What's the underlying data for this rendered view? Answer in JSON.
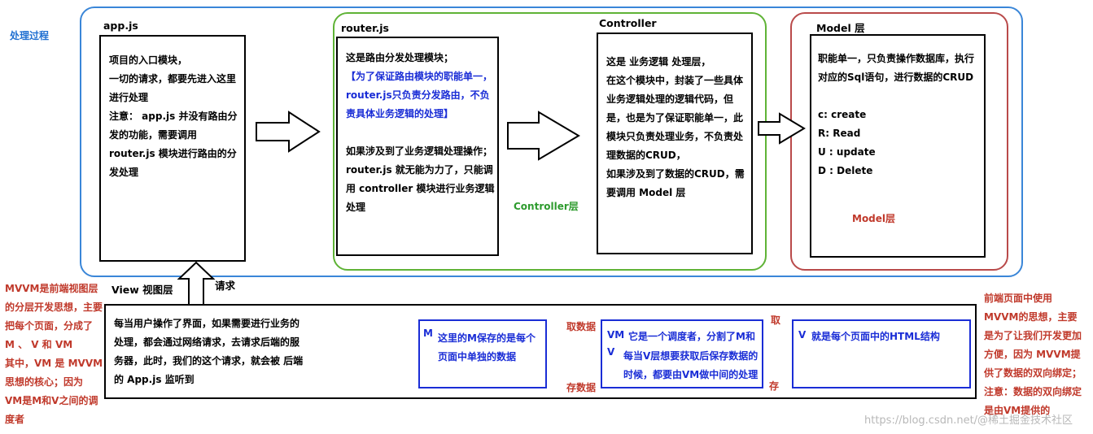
{
  "labels": {
    "process": "处理过程",
    "appjs_title": "app.js",
    "router_title": "router.js",
    "controller_title": "Controller",
    "model_title": "Model 层",
    "controller_layer": "Controller层",
    "model_layer": "Model层",
    "view_title": "View 视图层",
    "request": "请求",
    "get_data": "取数据",
    "save_data": "存数据",
    "get": "取",
    "save": "存",
    "watermark": "https://blog.csdn.net/@稀土掘金技术社区"
  },
  "appjs": {
    "text": "项目的入口模块，\n一切的请求，都要先进入这里\n进行处理\n注意： app.js 并没有路由分\n发的功能，需要调用\nrouter.js 模块进行路由的分\n发处理"
  },
  "router": {
    "line1": "这是路由分发处理模块；",
    "highlight": "【为了保证路由模块的职能单一，\nrouter.js只负责分发路由，不负\n责具体业务逻辑的处理】",
    "rest": "如果涉及到了业务逻辑处理操作；\nrouter.js 就无能为力了，只能调\n用 controller 模块进行业务逻辑\n处理"
  },
  "controller": {
    "text": "这是 业务逻辑 处理层，\n在这个模块中，封装了一些具体\n业务逻辑处理的逻辑代码，但\n是，也是为了保证职能单一，此\n模块只负责处理业务，不负责处\n理数据的CRUD，\n如果涉及到了数据的CRUD，需\n要调用 Model 层"
  },
  "model": {
    "text": "职能单一，只负责操作数据库，执行\n对应的Sql语句，进行数据的CRUD\n\nc:  create\nR: Read\nU : update\nD : Delete"
  },
  "mvvm_left": {
    "text": "MVVM是前端视图层\n的分层开发思想，主要\n把每个页面，分成了\nM 、 V 和 VM\n其中，VM 是 MVVM\n思想的核心；因为\nVM是M和V之间的调\n度者"
  },
  "mvvm_right": {
    "text": "前端页面中使用\nMVVM的思想，主要\n是为了让我们开发更加\n方便，因为 MVVM提\n供了数据的双向绑定；\n注意：数据的双向绑定\n是由VM提供的"
  },
  "view": {
    "text": "每当用户操作了界面，如果需要进行业务的\n处理，都会通过网络请求，去请求后端的服\n务器，此时，我们的这个请求，就会被 后端\n的 App.js 监听到"
  },
  "m_box": {
    "letter": "M",
    "text": "这里的M保存的是每个\n页面中单独的数据"
  },
  "vm_box": {
    "letter_vm": "VM",
    "letter_v": "V",
    "line1": "它是一个调度者，分割了M和",
    "rest": "每当V层想要获取后保存数据的\n时候，都要由VM做中间的处理"
  },
  "v_box": {
    "letter": "V",
    "text": "就是每个页面中的HTML结构"
  },
  "colors": {
    "blue_frame": "#3a86d8",
    "green_frame": "#5fb336",
    "red_frame": "#b94a4a",
    "arrow_red": "#c0392b",
    "box_blue": "#1a2dd6"
  }
}
